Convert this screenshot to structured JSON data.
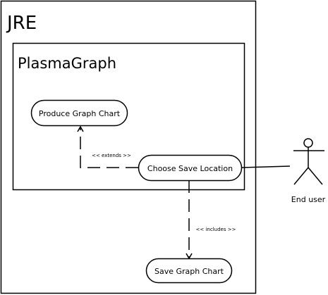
{
  "diagram": {
    "outer_container": {
      "label": "JRE"
    },
    "inner_container": {
      "label": "PlasmaGraph"
    },
    "use_cases": {
      "produce_graph_chart": "Produce Graph Chart",
      "choose_save_location": "Choose Save Location",
      "save_graph_chart": "Save Graph Chart"
    },
    "relations": {
      "extends": "<< extends >>",
      "includes": "<< includes >>"
    },
    "actor": {
      "label": "End user"
    },
    "colors": {
      "stroke": "#000000",
      "background": "#ffffff"
    }
  }
}
